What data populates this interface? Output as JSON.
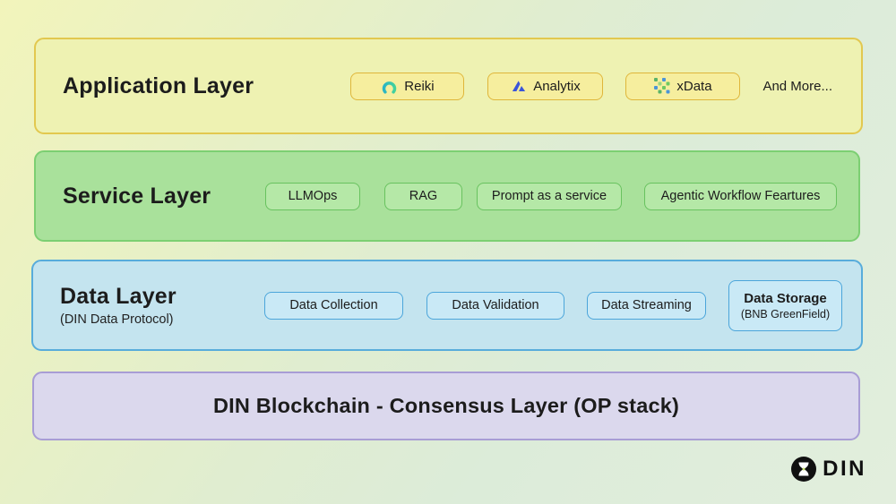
{
  "page": {
    "background_top_left": "#f2f4bb",
    "background_main": "#dcecd9",
    "text_color": "#1c1c1c"
  },
  "layers": {
    "application": {
      "title": "Application Layer",
      "fill": "#eef2b2",
      "border": "#e2c84f",
      "apps": [
        {
          "label": "Reiki",
          "icon": "reiki-ring-icon",
          "icon_colors": [
            "#2ab4c6",
            "#43d39b"
          ]
        },
        {
          "label": "Analytix",
          "icon": "analytix-triangle-icon",
          "icon_colors": [
            "#3b55d9"
          ]
        },
        {
          "label": "xData",
          "icon": "xdata-pixel-icon",
          "icon_colors": [
            "#59b368",
            "#4a94d8",
            "#9ad57f"
          ]
        }
      ],
      "more_label": "And More..."
    },
    "service": {
      "title": "Service Layer",
      "fill": "#a9e19b",
      "border": "#7ccf72",
      "chips": [
        "LLMOps",
        "RAG",
        "Prompt as a service",
        "Agentic Workflow Feartures"
      ]
    },
    "data": {
      "title": "Data Layer",
      "subtitle": "(DIN Data Protocol)",
      "fill": "#c4e4ef",
      "border": "#58acdb",
      "chips": [
        {
          "label": "Data Collection"
        },
        {
          "label": "Data Validation"
        },
        {
          "label": "Data Streaming"
        },
        {
          "label": "Data Storage",
          "sublabel": "(BNB GreenField)"
        }
      ]
    },
    "consensus": {
      "title": "DIN Blockchain - Consensus Layer (OP stack)",
      "fill": "#dbd8ed",
      "border": "#a89dd5"
    }
  },
  "logo": {
    "text": "DIN",
    "mark": "hourglass-in-circle"
  }
}
